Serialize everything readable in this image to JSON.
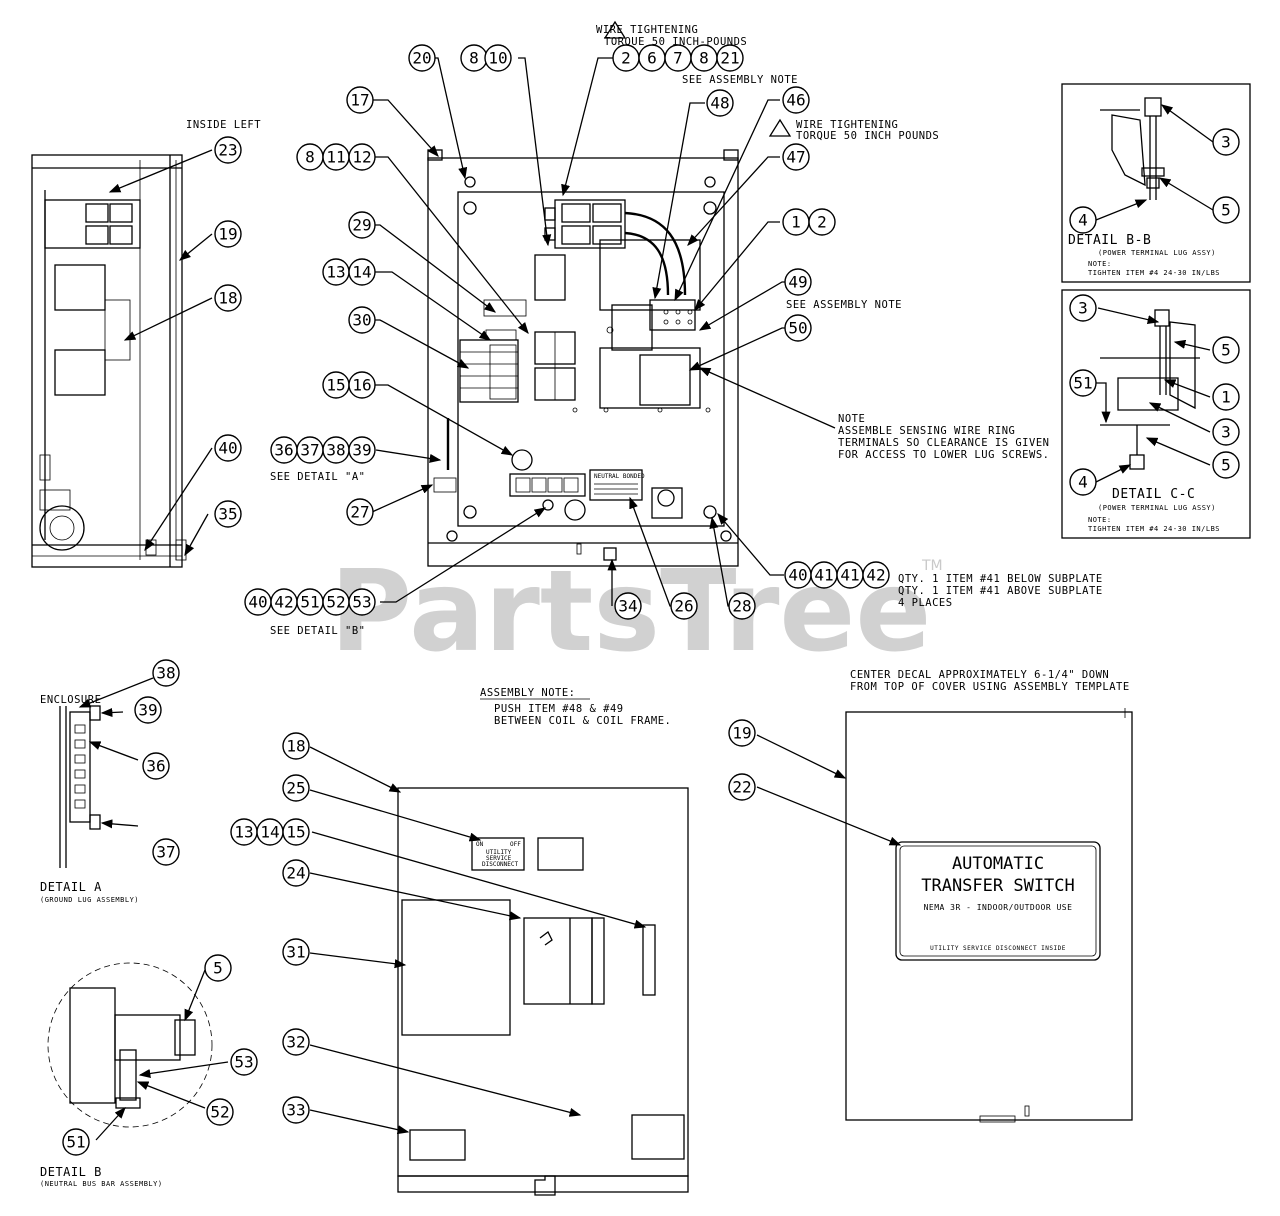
{
  "watermark": {
    "text": "PartsTree",
    "tm": "TM"
  },
  "notes": {
    "wire_torque_top_1": "WIRE TIGHTENING",
    "wire_torque_top_2": "TORQUE 50 INCH-POUNDS",
    "see_assembly_note_top": "SEE ASSEMBLY NOTE",
    "wire_torque_mid_1": "WIRE TIGHTENING",
    "wire_torque_mid_2": "TORQUE 50 INCH POUNDS",
    "see_assembly_note_mid": "SEE ASSEMBLY NOTE",
    "inside_left": "INSIDE LEFT",
    "see_detail_a": "SEE DETAIL \"A\"",
    "see_detail_b": "SEE DETAIL \"B\"",
    "sensing_note_1": "NOTE",
    "sensing_note_2": "ASSEMBLE SENSING WIRE RING",
    "sensing_note_3": "TERMINALS SO CLEARANCE IS GIVEN",
    "sensing_note_4": "FOR ACCESS TO LOWER LUG SCREWS.",
    "qty_note_1": "QTY. 1 ITEM #41 BELOW SUBPLATE",
    "qty_note_2": "QTY. 1 ITEM #41 ABOVE SUBPLATE",
    "qty_note_3": "4 PLACES",
    "assembly_note_title": "ASSEMBLY NOTE:",
    "assembly_note_1": "PUSH ITEM #48 & #49",
    "assembly_note_2": "BETWEEN COIL & COIL FRAME.",
    "center_decal_1": "CENTER DECAL APPROXIMATELY 6-1/4\" DOWN",
    "center_decal_2": "FROM TOP OF COVER USING ASSEMBLY TEMPLATE",
    "enclosure": "ENCLOSURE",
    "detail_a_title": "DETAIL A",
    "detail_a_sub": "(GROUND LUG ASSEMBLY)",
    "detail_b_title": "DETAIL B",
    "detail_b_sub": "(NEUTRAL BUS BAR ASSEMBLY)",
    "detail_bb_title": "DETAIL B-B",
    "detail_bb_sub": "(POWER TERMINAL LUG ASSY)",
    "detail_bb_note_label": "NOTE:",
    "detail_bb_note": "TIGHTEN ITEM #4 24-30 IN/LBS",
    "detail_cc_title": "DETAIL C-C",
    "detail_cc_sub": "(POWER TERMINAL LUG ASSY)",
    "detail_cc_note_label": "NOTE:",
    "detail_cc_note": "TIGHTEN ITEM #4 24-30 IN/LBS"
  },
  "decal": {
    "line1": "AUTOMATIC",
    "line2": "TRANSFER SWITCH",
    "line3": "NEMA 3R - INDOOR/OUTDOOR USE",
    "line4": "UTILITY SERVICE DISCONNECT INSIDE"
  },
  "labels": {
    "neutral_bonded": "NEUTRAL BONDED",
    "on": "ON",
    "off": "OFF",
    "utility_1": "UTILITY",
    "utility_2": "SERVICE",
    "utility_3": "DISCONNECT"
  },
  "callouts": {
    "c20": "20",
    "c8a": "8",
    "c10": "10",
    "c2": "2",
    "c6": "6",
    "c7": "7",
    "c8b": "8",
    "c21": "21",
    "c17": "17",
    "c48": "48",
    "c46": "46",
    "c47": "47",
    "c8c": "8",
    "c11": "11",
    "c12": "12",
    "c29": "29",
    "c13a": "13",
    "c14a": "14",
    "c30": "30",
    "c1": "1",
    "c2b": "2",
    "c49": "49",
    "c50": "50",
    "c15": "15",
    "c16": "16",
    "c36a": "36",
    "c37a": "37",
    "c38a": "38",
    "c39a": "39",
    "c27": "27",
    "c23": "23",
    "c19a": "19",
    "c18a": "18",
    "c40a": "40",
    "c35": "35",
    "c40b": "40",
    "c41a": "41",
    "c41b": "41",
    "c42a": "42",
    "c40c": "40",
    "c42b": "42",
    "c51a": "51",
    "c52a": "52",
    "c53a": "53",
    "c34": "34",
    "c26": "26",
    "c28": "28",
    "bb3": "3",
    "bb4": "4",
    "bb5": "5",
    "cc3a": "3",
    "cc5a": "5",
    "cc51": "51",
    "cc1": "1",
    "cc3b": "3",
    "cc4": "4",
    "cc5b": "5",
    "a38": "38",
    "a39": "39",
    "a36": "36",
    "a37": "37",
    "b5": "5",
    "b53": "53",
    "b52": "52",
    "b51": "51",
    "d18": "18",
    "d25": "25",
    "d13": "13",
    "d14": "14",
    "d15": "15",
    "d24": "24",
    "d31": "31",
    "d32": "32",
    "d33": "33",
    "e19": "19",
    "e22": "22"
  }
}
